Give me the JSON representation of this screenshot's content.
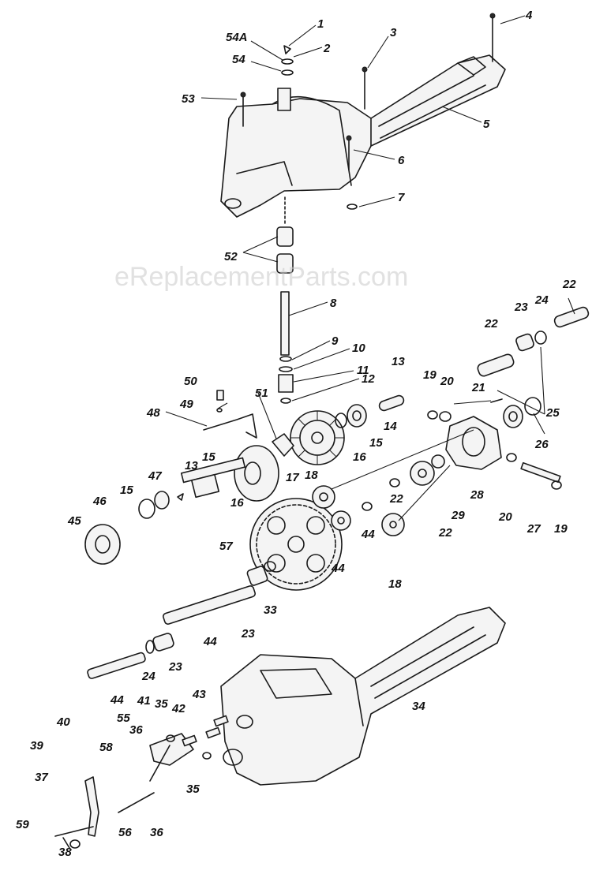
{
  "watermark": "eReplacementParts.com",
  "callouts": [
    {
      "id": "c1",
      "text": "1"
    },
    {
      "id": "c2",
      "text": "2"
    },
    {
      "id": "c54a",
      "text": "54A"
    },
    {
      "id": "c54",
      "text": "54"
    },
    {
      "id": "c3",
      "text": "3"
    },
    {
      "id": "c4",
      "text": "4"
    },
    {
      "id": "c53",
      "text": "53"
    },
    {
      "id": "c5",
      "text": "5"
    },
    {
      "id": "c6",
      "text": "6"
    },
    {
      "id": "c7",
      "text": "7"
    },
    {
      "id": "c52",
      "text": "52"
    },
    {
      "id": "c8",
      "text": "8"
    },
    {
      "id": "c9",
      "text": "9"
    },
    {
      "id": "c10",
      "text": "10"
    },
    {
      "id": "c11",
      "text": "11"
    },
    {
      "id": "c12",
      "text": "12"
    },
    {
      "id": "c13a",
      "text": "13"
    },
    {
      "id": "c14",
      "text": "14"
    },
    {
      "id": "c15a",
      "text": "15"
    },
    {
      "id": "c16a",
      "text": "16"
    },
    {
      "id": "c17",
      "text": "17"
    },
    {
      "id": "c50",
      "text": "50"
    },
    {
      "id": "c49",
      "text": "49"
    },
    {
      "id": "c48",
      "text": "48"
    },
    {
      "id": "c51",
      "text": "51"
    },
    {
      "id": "c22a",
      "text": "22"
    },
    {
      "id": "c23a",
      "text": "23"
    },
    {
      "id": "c24a",
      "text": "24"
    },
    {
      "id": "c22b",
      "text": "22"
    },
    {
      "id": "c19a",
      "text": "19"
    },
    {
      "id": "c20a",
      "text": "20"
    },
    {
      "id": "c21",
      "text": "21"
    },
    {
      "id": "c25",
      "text": "25"
    },
    {
      "id": "c26",
      "text": "26"
    },
    {
      "id": "c28",
      "text": "28"
    },
    {
      "id": "c18a",
      "text": "18"
    },
    {
      "id": "c22c",
      "text": "22"
    },
    {
      "id": "c29",
      "text": "29"
    },
    {
      "id": "c22d",
      "text": "22"
    },
    {
      "id": "c20b",
      "text": "20"
    },
    {
      "id": "c27",
      "text": "27"
    },
    {
      "id": "c19b",
      "text": "19"
    },
    {
      "id": "c13b",
      "text": "13"
    },
    {
      "id": "c15b",
      "text": "15"
    },
    {
      "id": "c47",
      "text": "47"
    },
    {
      "id": "c15c",
      "text": "15"
    },
    {
      "id": "c16b",
      "text": "16"
    },
    {
      "id": "c46",
      "text": "46"
    },
    {
      "id": "c45",
      "text": "45"
    },
    {
      "id": "c44a",
      "text": "44"
    },
    {
      "id": "c44b",
      "text": "44"
    },
    {
      "id": "c18b",
      "text": "18"
    },
    {
      "id": "c57",
      "text": "57"
    },
    {
      "id": "c33",
      "text": "33"
    },
    {
      "id": "c23b",
      "text": "23"
    },
    {
      "id": "c44c",
      "text": "44"
    },
    {
      "id": "c24b",
      "text": "24"
    },
    {
      "id": "c23c",
      "text": "23"
    },
    {
      "id": "c44d",
      "text": "44"
    },
    {
      "id": "c34",
      "text": "34"
    },
    {
      "id": "c43",
      "text": "43"
    },
    {
      "id": "c41",
      "text": "41"
    },
    {
      "id": "c35a",
      "text": "35"
    },
    {
      "id": "c42",
      "text": "42"
    },
    {
      "id": "c55",
      "text": "55"
    },
    {
      "id": "c36a",
      "text": "36"
    },
    {
      "id": "c40",
      "text": "40"
    },
    {
      "id": "c39",
      "text": "39"
    },
    {
      "id": "c58",
      "text": "58"
    },
    {
      "id": "c37",
      "text": "37"
    },
    {
      "id": "c35b",
      "text": "35"
    },
    {
      "id": "c59",
      "text": "59"
    },
    {
      "id": "c56",
      "text": "56"
    },
    {
      "id": "c36b",
      "text": "36"
    },
    {
      "id": "c38",
      "text": "38"
    }
  ]
}
